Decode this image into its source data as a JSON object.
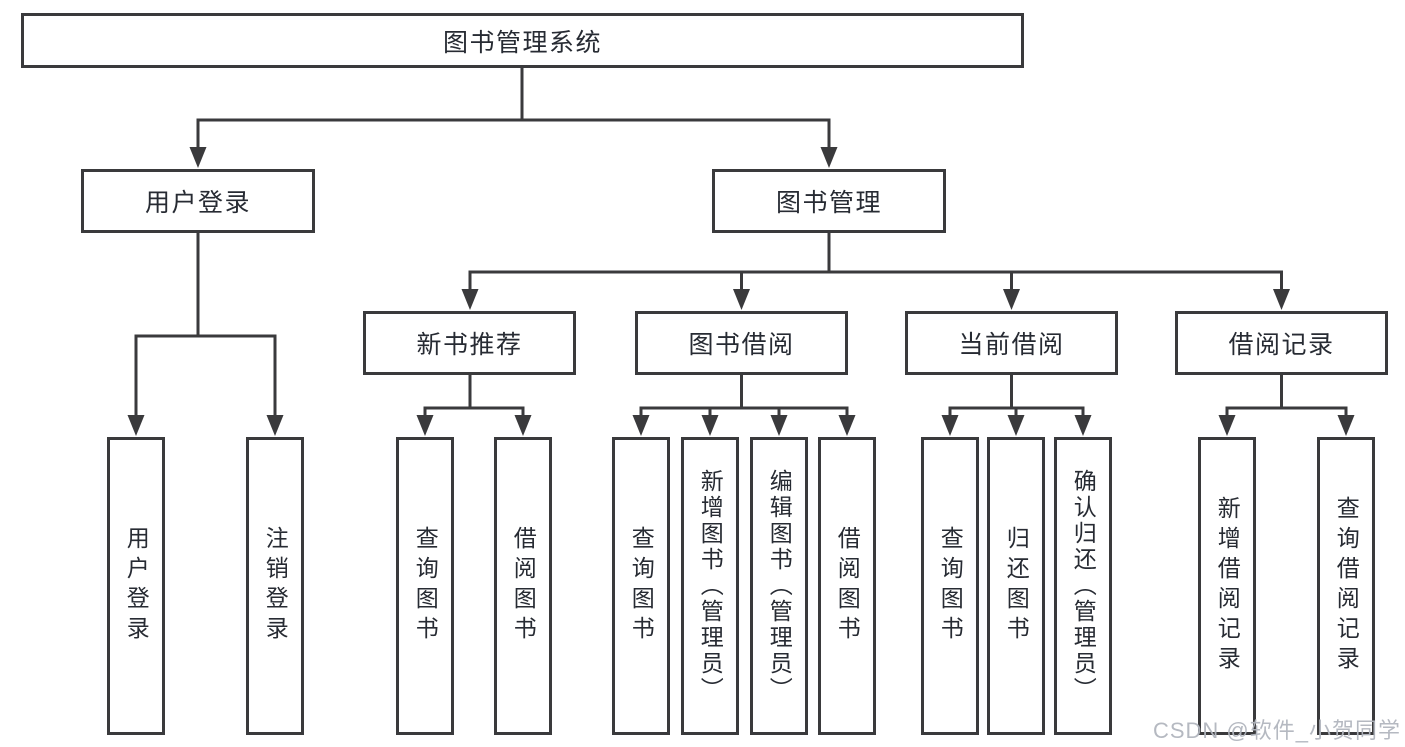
{
  "tree": {
    "root": {
      "label": "图书管理系统"
    },
    "branches": [
      {
        "label": "用户登录",
        "children": [
          "用户登录",
          "注销登录"
        ]
      },
      {
        "label": "图书管理",
        "modules": [
          {
            "label": "新书推荐",
            "children": [
              "查询图书",
              "借阅图书"
            ]
          },
          {
            "label": "图书借阅",
            "children": [
              "查询图书",
              "新增图书（管理员）",
              "编辑图书（管理员）",
              "借阅图书"
            ]
          },
          {
            "label": "当前借阅",
            "children": [
              "查询图书",
              "归还图书",
              "确认归还（管理员）"
            ]
          },
          {
            "label": "借阅记录",
            "children": [
              "新增借阅记录",
              "查询借阅记录"
            ]
          }
        ]
      }
    ]
  },
  "watermark": "CSDN @软件_小贺同学",
  "colors": {
    "line": "#3a3a3c",
    "text": "#272b33",
    "box_background": "#ffffff",
    "watermark": "#b1b5be"
  }
}
